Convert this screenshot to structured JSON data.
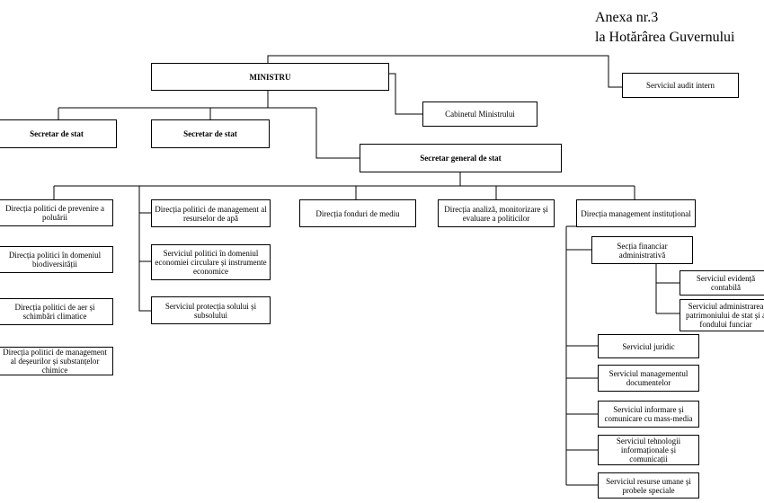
{
  "header": {
    "line1": "Anexa nr.3",
    "line2": "la Hotărârea Guvernului"
  },
  "boxes": {
    "ministru": "MINISTRU",
    "audit": "Serviciul audit intern",
    "cabinet": "Cabinetul Ministrului",
    "secretar_stat_1": "Secretar de stat",
    "secretar_stat_2": "Secretar de stat",
    "secretar_general": "Secretar general de stat",
    "dir_poluare": "Direcția politici de prevenire a poluării",
    "dir_biodiversitate": "Direcția politici în domeniul biodiversității",
    "dir_aer": "Direcția politici de aer și schimbări climatice",
    "dir_deseuri": "Direcția politici de management al deșeurilor și substanțelor chimice",
    "dir_apa": "Direcția politici de management al resurselor de apă",
    "serv_economie": "Serviciul politici în domeniul economiei circulare și instrumente economice",
    "serv_sol": "Serviciul protecția solului și subsolului",
    "dir_fonduri": "Direcția fonduri de mediu",
    "dir_analiza": "Direcția analiză, monitorizare și evaluare a politicilor",
    "dir_management": "Direcția management instituțional",
    "sectia_financiar": "Secția financiar administrativă",
    "serv_evidenta": "Serviciul evidență contabilă",
    "serv_patrimoniu": "Serviciul administrarea patrimoniului de stat și a fondului funciar",
    "serv_juridic": "Serviciul juridic",
    "serv_documente": "Serviciul managementul documentelor",
    "serv_informare": "Serviciul informare și comunicare cu mass-media",
    "serv_it": "Serviciul tehnologii informaționale și comunicații",
    "serv_resurse": "Serviciul resurse umane și probele speciale"
  }
}
